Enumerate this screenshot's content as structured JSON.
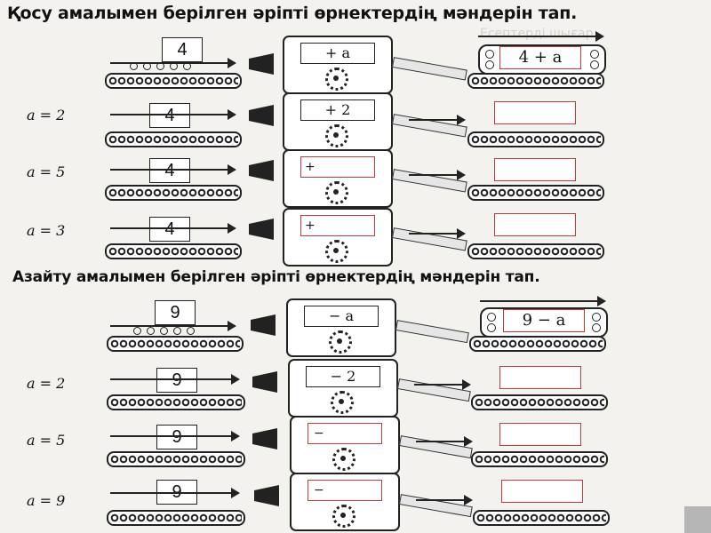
{
  "section_add": {
    "title": "Қосу амалымен берілген әріпті өрнектердің мәндерін тап.",
    "input_number": "4",
    "header_op": "+ a",
    "header_result": "4 + a",
    "rows": [
      {
        "label": "a = 2",
        "op": "+ 2"
      },
      {
        "label": "a = 5",
        "op": "+"
      },
      {
        "label": "a = 3",
        "op": "+"
      }
    ]
  },
  "section_sub": {
    "title": "Азайту амалымен берілген әріпті өрнектердің мәндерін тап.",
    "input_number": "9",
    "header_op": "− a",
    "header_result": "9 − a",
    "rows": [
      {
        "label": "a = 2",
        "op": "− 2"
      },
      {
        "label": "a = 5",
        "op": "−"
      },
      {
        "label": "a = 9",
        "op": "−"
      }
    ]
  },
  "accent_color": "#c23b3b"
}
